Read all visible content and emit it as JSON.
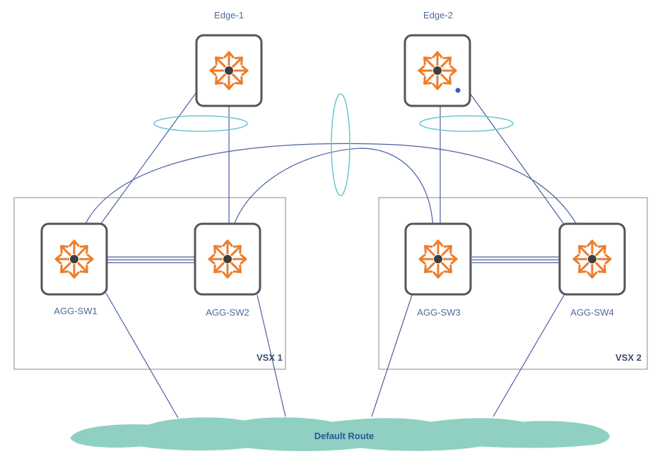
{
  "devices": {
    "edge1": {
      "label": "Edge-1"
    },
    "edge2": {
      "label": "Edge-2"
    },
    "agg1": {
      "label": "AGG-SW1"
    },
    "agg2": {
      "label": "AGG-SW2"
    },
    "agg3": {
      "label": "AGG-SW3"
    },
    "agg4": {
      "label": "AGG-SW4"
    }
  },
  "groups": {
    "vsx1": {
      "label": "VSX 1"
    },
    "vsx2": {
      "label": "VSX 2"
    }
  },
  "cloud": {
    "label": "Default Route"
  },
  "colors": {
    "link": "#4a5fa0",
    "switch_icon": "#ec7d2c",
    "switch_border": "#555555",
    "lag_ring": "#6cc4cf",
    "cloud_fill": "#8fd0c2",
    "box_border": "#888888"
  },
  "icons": {
    "switch": "switch-arrows-icon"
  }
}
